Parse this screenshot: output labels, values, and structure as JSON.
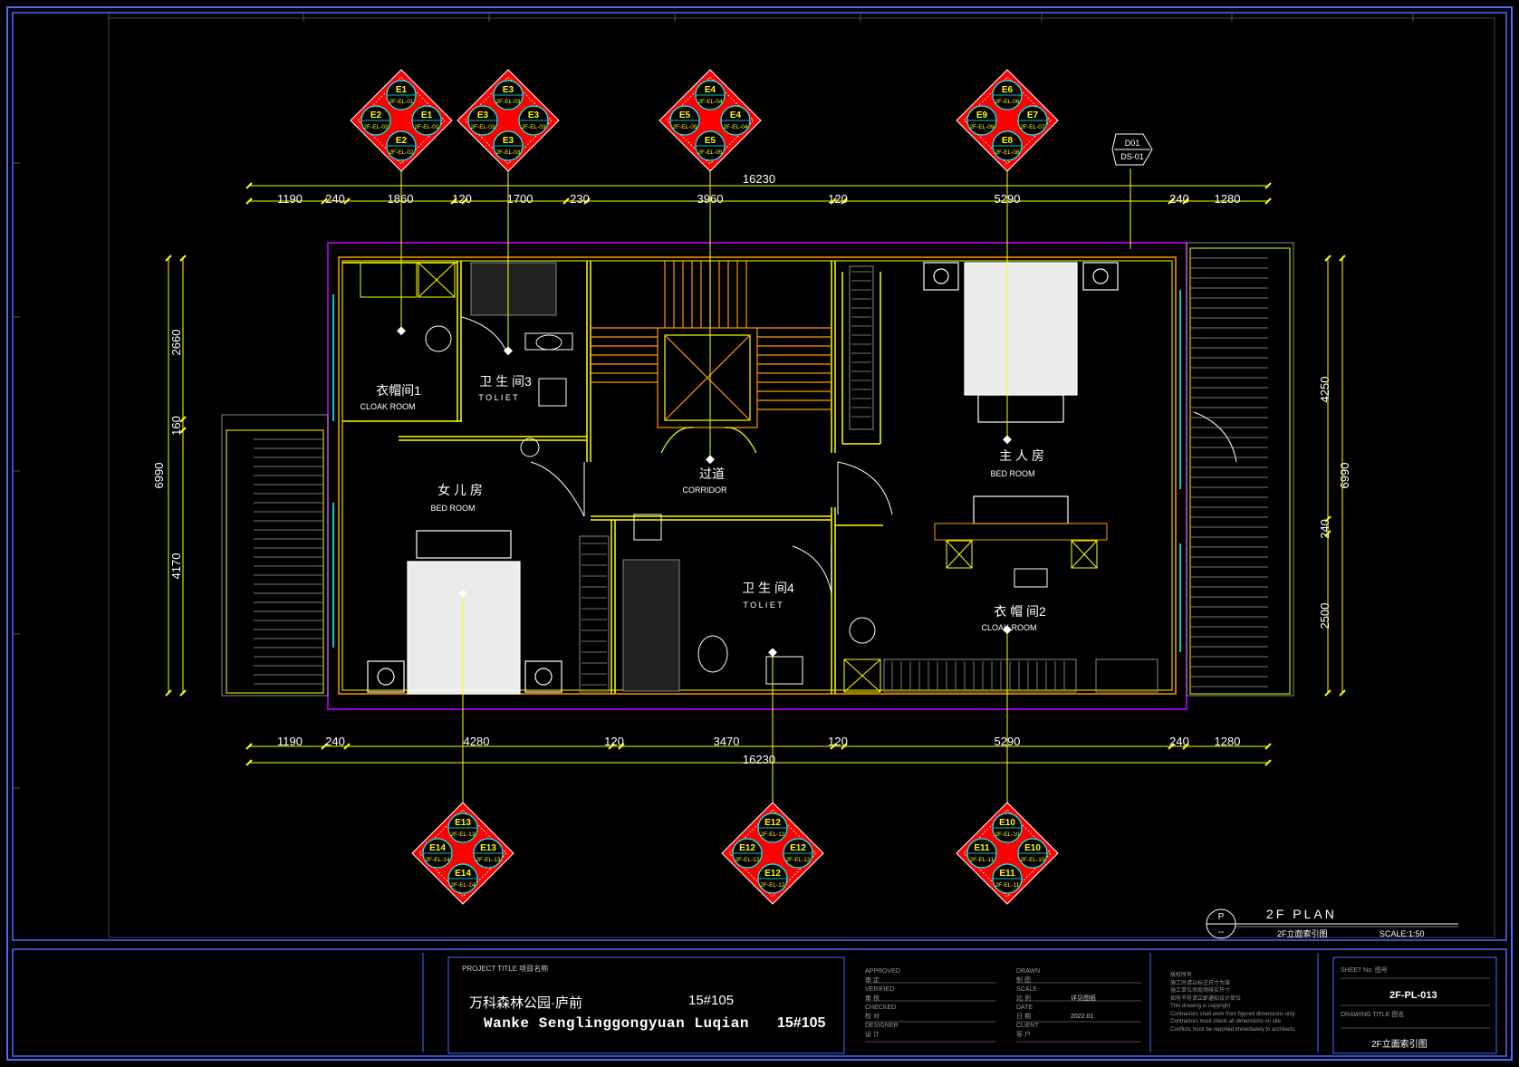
{
  "plan": {
    "title": "2F    PLAN",
    "subtitle": "2F立面索引图",
    "scale": "SCALE:1:50",
    "symbol_top": "P",
    "symbol_bottom": "--"
  },
  "dimensions": {
    "top_total": "16230",
    "top_segments": [
      "1190",
      "240",
      "1860",
      "120",
      "1700",
      "230",
      "3960",
      "120",
      "5290",
      "240",
      "1280"
    ],
    "bottom_total": "16230",
    "bottom_segments": [
      "1190",
      "240",
      "4280",
      "120",
      "3470",
      "120",
      "5290",
      "240",
      "1280"
    ],
    "left_total": "6990",
    "left_segments": [
      "2660",
      "160",
      "4170"
    ],
    "right_total": "6990",
    "right_segments": [
      "4250",
      "240",
      "2500"
    ]
  },
  "rooms": [
    {
      "zh": "衣帽间1",
      "en": "CLOAK ROOM"
    },
    {
      "zh": "卫 生 间3",
      "en": "T O L I E T"
    },
    {
      "zh": "过道",
      "en": "CORRIDOR"
    },
    {
      "zh": "主 人 房",
      "en": "BED  ROOM"
    },
    {
      "zh": "女 儿 房",
      "en": "BED  ROOM"
    },
    {
      "zh": "卫 生 间4",
      "en": "T O L I E T"
    },
    {
      "zh": "衣 帽 间2",
      "en": "CLOAK ROOM"
    }
  ],
  "elevation_tags": [
    {
      "top": "E1",
      "top_ref": "2F-EL-01",
      "left": "E2",
      "left_ref": "2F-EL-02",
      "right": "E1",
      "right_ref": "2F-EL-01",
      "bottom": "E2",
      "bottom_ref": "2F-EL-02"
    },
    {
      "top": "E3",
      "top_ref": "2F-EL-03",
      "left": "E3",
      "left_ref": "2F-EL-03",
      "right": "E3",
      "right_ref": "2F-EL-03",
      "bottom": "E3",
      "bottom_ref": "2F-EL-03"
    },
    {
      "top": "E4",
      "top_ref": "2F-EL-04",
      "left": "E5",
      "left_ref": "2F-EL-05",
      "right": "E4",
      "right_ref": "2F-EL-04",
      "bottom": "E5",
      "bottom_ref": "2F-EL-05"
    },
    {
      "top": "E6",
      "top_ref": "2F-EL-06",
      "left": "E9",
      "left_ref": "2F-EL-09",
      "right": "E7",
      "right_ref": "2F-EL-07",
      "bottom": "E8",
      "bottom_ref": "2F-EL-08"
    },
    {
      "top": "E13",
      "top_ref": "2F-EL-13",
      "left": "E14",
      "left_ref": "2F-EL-14",
      "right": "E13",
      "right_ref": "2F-EL-13",
      "bottom": "E14",
      "bottom_ref": "2F-EL-14"
    },
    {
      "top": "E12",
      "top_ref": "2F-EL-12",
      "left": "E12",
      "left_ref": "2F-EL-12",
      "right": "E12",
      "right_ref": "2F-EL-12",
      "bottom": "E12",
      "bottom_ref": "2F-EL-12"
    },
    {
      "top": "E10",
      "top_ref": "2F-EL-10",
      "left": "E11",
      "left_ref": "2F-EL-11",
      "right": "E10",
      "right_ref": "2F-EL-10",
      "bottom": "E11",
      "bottom_ref": "2F-EL-11"
    }
  ],
  "detail_tag": {
    "top": "D01",
    "bottom": "DS-01"
  },
  "title_block": {
    "project_title_label": "PROJECT TITLE  项目名称",
    "project_cn": "万科森林公园·庐前",
    "project_no_1": "15#105",
    "project_en": "Wanke Senglinggongyuan Luqian",
    "project_no_2": "15#105",
    "approval_rows": [
      {
        "en": "APPROVED",
        "zh": "审 定"
      },
      {
        "en": "VERIFIED",
        "zh": "审 核"
      },
      {
        "en": "CHECKED",
        "zh": "校 对"
      },
      {
        "en": "DESIGNER",
        "zh": "设 计"
      }
    ],
    "info_rows": [
      {
        "en": "DRAWN",
        "zh": "制 图",
        "value": ""
      },
      {
        "en": "SCALE",
        "zh": "比 例",
        "value": "详见图纸"
      },
      {
        "en": "DATE",
        "zh": "日 期",
        "value": "2022.01"
      },
      {
        "en": "CLIENT",
        "zh": "客 户",
        "value": ""
      }
    ],
    "notes": [
      "版权所有",
      "施工时请以标注尺寸为准",
      "施工单位须现场核实尺寸",
      "如有不符请立即通知设计单位",
      "This drawing is copyright",
      "Contractors shall work from figured dimensions only",
      "Contractors must check all dimensions on site",
      "Conflicts must be reported immediately to architects"
    ],
    "sheet_no_label": "SHEET No.  图号",
    "sheet_no": "2F-PL-013",
    "drawing_title_label": "DRAWING TITLE  图名",
    "drawing_title": "2F立面索引图"
  },
  "colors": {
    "background": "#000000",
    "frame": "#4a6cff",
    "wall_yellow": "#ffff00",
    "wall_orange": "#ff9900",
    "boundary_purple": "#9900cc",
    "tag_red": "#ff0000",
    "tag_cyan": "#00ffff",
    "white": "#ffffff"
  }
}
